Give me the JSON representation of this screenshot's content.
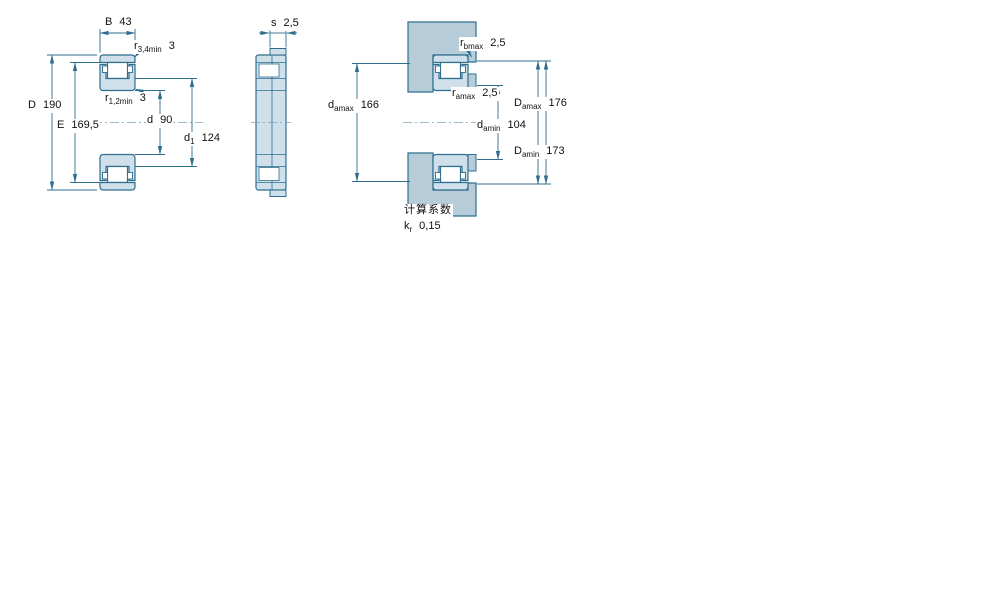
{
  "drawing": {
    "description_colors": {
      "line": "#2f6e8f",
      "bearing_fill": "#cfe0ea",
      "housing_fill": "#b7ccd9",
      "background": "#ffffff"
    }
  },
  "labels": {
    "B": {
      "name": "B",
      "sub": "",
      "value": "43"
    },
    "r34": {
      "name": "r",
      "sub": "3,4min",
      "value": "3"
    },
    "D": {
      "name": "D",
      "sub": "",
      "value": "190"
    },
    "r12": {
      "name": "r",
      "sub": "1,2min",
      "value": "3"
    },
    "E": {
      "name": "E",
      "sub": "",
      "value": "169,5"
    },
    "d": {
      "name": "d",
      "sub": "",
      "value": "90"
    },
    "d1": {
      "name": "d",
      "sub": "1",
      "value": "124"
    },
    "s": {
      "name": "s",
      "sub": "",
      "value": "2,5"
    },
    "rb": {
      "name": "r",
      "sub": "bmax",
      "value": "2,5"
    },
    "damax": {
      "name": "d",
      "sub": "amax",
      "value": "166"
    },
    "ra": {
      "name": "r",
      "sub": "amax",
      "value": "2,5"
    },
    "damin": {
      "name": "d",
      "sub": "amin",
      "value": "104"
    },
    "Damax": {
      "name": "D",
      "sub": "amax",
      "value": "176"
    },
    "Damin": {
      "name": "D",
      "sub": "amin",
      "value": "173"
    }
  },
  "calculation": {
    "heading": "计算系数",
    "kr": {
      "name": "k",
      "sub": "r",
      "value": "0,15"
    }
  }
}
